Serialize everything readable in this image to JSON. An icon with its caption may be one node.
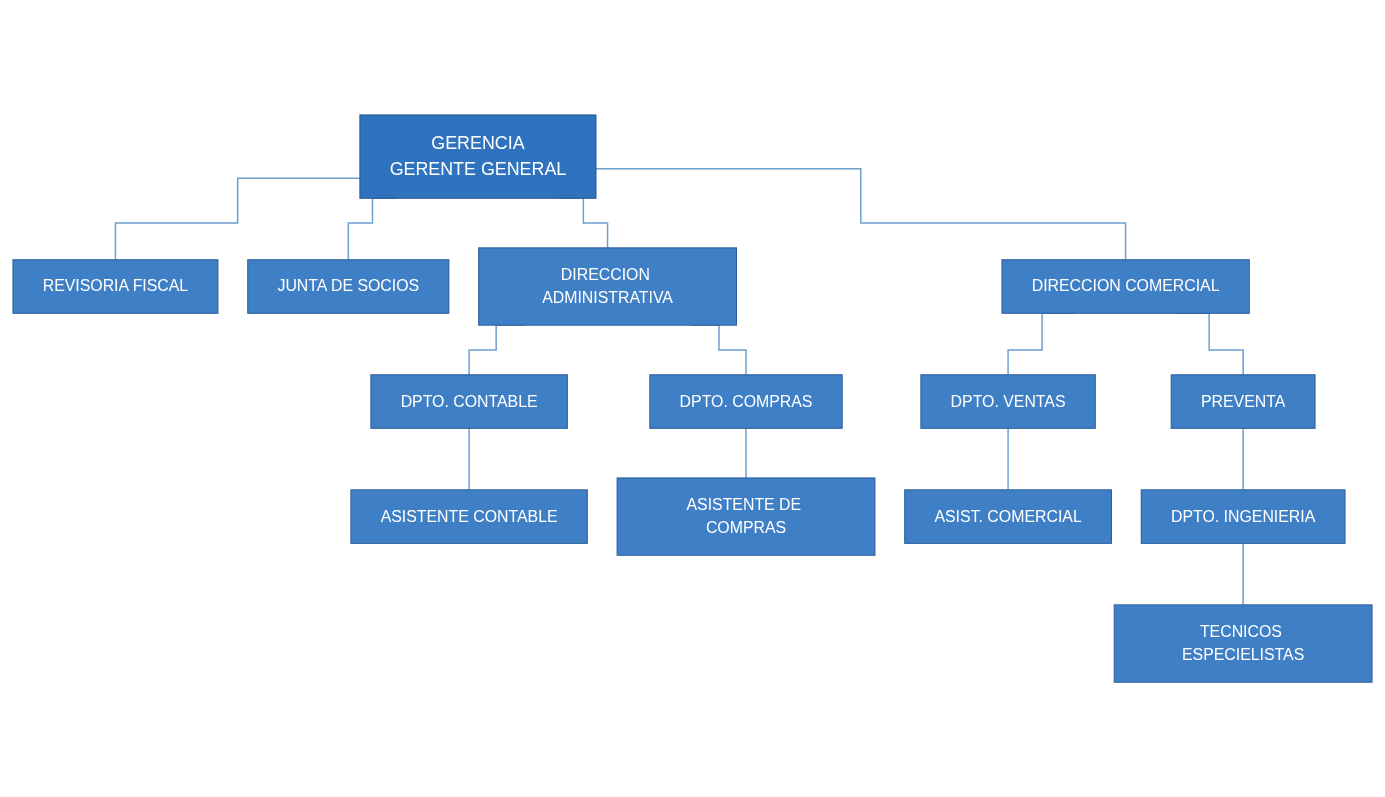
{
  "diagram": {
    "nodes": [
      {
        "text": [
          "GERENCIA",
          "GERENTE GENERAL"
        ]
      },
      {
        "text": [
          "REVISORIA FISCAL"
        ]
      },
      {
        "text": [
          "JUNTA DE SOCIOS"
        ]
      },
      {
        "text": [
          "DIRECCION ADMINISTRATIVA"
        ]
      },
      {
        "text": [
          "DIRECCION COMERCIAL"
        ]
      },
      {
        "text": [
          "DPTO. CONTABLE"
        ]
      },
      {
        "text": [
          "DPTO. COMPRAS"
        ]
      },
      {
        "text": [
          "DPTO. VENTAS"
        ]
      },
      {
        "text": [
          "PREVENTA"
        ]
      },
      {
        "text": [
          "ASISTENTE CONTABLE"
        ]
      },
      {
        "text": [
          "ASISTENTE DE COMPRAS"
        ]
      },
      {
        "text": [
          "ASIST. COMERCIAL"
        ]
      },
      {
        "text": [
          "DPTO. INGENIERIA"
        ]
      },
      {
        "text": [
          "TECNICOS ESPECIELISTAS"
        ]
      }
    ],
    "edges": [
      {
        "from": 0,
        "to": 1,
        "arrow": "none"
      },
      {
        "from": 0,
        "to": 2,
        "arrow": "none"
      },
      {
        "from": 0,
        "to": 3,
        "arrow": "none"
      },
      {
        "from": 0,
        "to": 4,
        "arrow": "none"
      },
      {
        "from": 3,
        "to": 5,
        "arrow": "none"
      },
      {
        "from": 3,
        "to": 6,
        "arrow": "none"
      },
      {
        "from": 4,
        "to": 7,
        "arrow": "none"
      },
      {
        "from": 4,
        "to": 8,
        "arrow": "none"
      },
      {
        "from": 5,
        "to": 9,
        "arrow": "none"
      },
      {
        "from": 6,
        "to": 10,
        "arrow": "none"
      },
      {
        "from": 7,
        "to": 11,
        "arrow": "none"
      },
      {
        "from": 8,
        "to": 12,
        "arrow": "none"
      },
      {
        "from": 12,
        "to": 13,
        "arrow": "none"
      }
    ]
  }
}
